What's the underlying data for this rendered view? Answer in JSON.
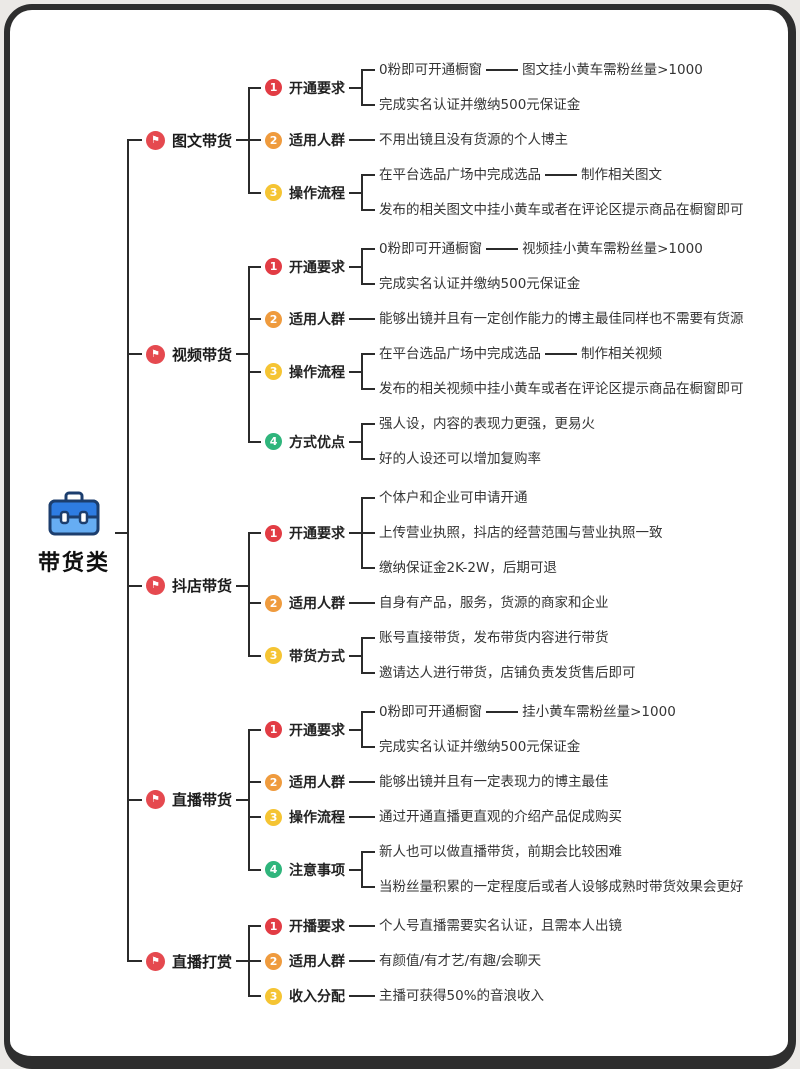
{
  "badge_colors": {
    "1": "#e23c44",
    "2": "#ef9b3e",
    "3": "#f5c433",
    "4": "#2fb57c"
  },
  "flag_color": "#e5494f",
  "line_color": "#2b2b2b",
  "flag_glyph": "⚑",
  "briefcase_colors": {
    "top": "#2e7ce2",
    "bottom": "#66adf3",
    "outline": "#1c3e6e",
    "detail": "#ffffff"
  },
  "mindmap": {
    "label": "带货类",
    "icon": "briefcase-icon",
    "children": [
      {
        "label": "图文带货",
        "icon": "flag-icon",
        "children": [
          {
            "badge": "1",
            "label": "开通要求",
            "children": [
              {
                "label": "0粉即可开通橱窗",
                "children": [
                  {
                    "label": "图文挂小黄车需粉丝量>1000"
                  }
                ]
              },
              {
                "label": "完成实名认证并缴纳500元保证金"
              }
            ]
          },
          {
            "badge": "2",
            "label": "适用人群",
            "children": [
              {
                "label": "不用出镜且没有货源的个人博主"
              }
            ]
          },
          {
            "badge": "3",
            "label": "操作流程",
            "children": [
              {
                "label": "在平台选品广场中完成选品",
                "children": [
                  {
                    "label": "制作相关图文"
                  }
                ]
              },
              {
                "label": "发布的相关图文中挂小黄车或者在评论区提示商品在橱窗即可"
              }
            ]
          }
        ]
      },
      {
        "label": "视频带货",
        "icon": "flag-icon",
        "children": [
          {
            "badge": "1",
            "label": "开通要求",
            "children": [
              {
                "label": "0粉即可开通橱窗",
                "children": [
                  {
                    "label": "视频挂小黄车需粉丝量>1000"
                  }
                ]
              },
              {
                "label": "完成实名认证并缴纳500元保证金"
              }
            ]
          },
          {
            "badge": "2",
            "label": "适用人群",
            "children": [
              {
                "label": "能够出镜并且有一定创作能力的博主最佳同样也不需要有货源"
              }
            ]
          },
          {
            "badge": "3",
            "label": "操作流程",
            "children": [
              {
                "label": "在平台选品广场中完成选品",
                "children": [
                  {
                    "label": "制作相关视频"
                  }
                ]
              },
              {
                "label": "发布的相关视频中挂小黄车或者在评论区提示商品在橱窗即可"
              }
            ]
          },
          {
            "badge": "4",
            "label": "方式优点",
            "children": [
              {
                "label": "强人设，内容的表现力更强，更易火"
              },
              {
                "label": "好的人设还可以增加复购率"
              }
            ]
          }
        ]
      },
      {
        "label": "抖店带货",
        "icon": "flag-icon",
        "children": [
          {
            "badge": "1",
            "label": "开通要求",
            "children": [
              {
                "label": "个体户和企业可申请开通"
              },
              {
                "label": "上传营业执照，抖店的经营范围与营业执照一致"
              },
              {
                "label": "缴纳保证金2K-2W，后期可退"
              }
            ]
          },
          {
            "badge": "2",
            "label": "适用人群",
            "children": [
              {
                "label": "自身有产品，服务，货源的商家和企业"
              }
            ]
          },
          {
            "badge": "3",
            "label": "带货方式",
            "children": [
              {
                "label": "账号直接带货，发布带货内容进行带货"
              },
              {
                "label": "邀请达人进行带货，店铺负责发货售后即可"
              }
            ]
          }
        ]
      },
      {
        "label": "直播带货",
        "icon": "flag-icon",
        "children": [
          {
            "badge": "1",
            "label": "开通要求",
            "children": [
              {
                "label": "0粉即可开通橱窗",
                "children": [
                  {
                    "label": "挂小黄车需粉丝量>1000"
                  }
                ]
              },
              {
                "label": "完成实名认证并缴纳500元保证金"
              }
            ]
          },
          {
            "badge": "2",
            "label": "适用人群",
            "children": [
              {
                "label": "能够出镜并且有一定表现力的博主最佳"
              }
            ]
          },
          {
            "badge": "3",
            "label": "操作流程",
            "children": [
              {
                "label": "通过开通直播更直观的介绍产品促成购买"
              }
            ]
          },
          {
            "badge": "4",
            "label": "注意事项",
            "children": [
              {
                "label": "新人也可以做直播带货，前期会比较困难"
              },
              {
                "label": "当粉丝量积累的一定程度后或者人设够成熟时带货效果会更好"
              }
            ]
          }
        ]
      },
      {
        "label": "直播打赏",
        "icon": "flag-icon",
        "children": [
          {
            "badge": "1",
            "label": "开播要求",
            "children": [
              {
                "label": "个人号直播需要实名认证，且需本人出镜"
              }
            ]
          },
          {
            "badge": "2",
            "label": "适用人群",
            "children": [
              {
                "label": "有颜值/有才艺/有趣/会聊天"
              }
            ]
          },
          {
            "badge": "3",
            "label": "收入分配",
            "children": [
              {
                "label": "主播可获得50%的音浪收入"
              }
            ]
          }
        ]
      }
    ]
  }
}
